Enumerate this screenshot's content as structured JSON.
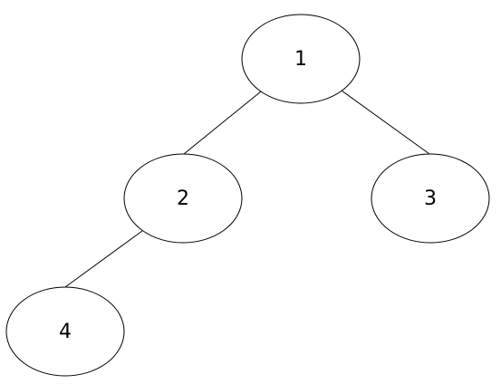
{
  "diagram": {
    "type": "binary-tree",
    "nodes": [
      {
        "id": "n1",
        "label": "1"
      },
      {
        "id": "n2",
        "label": "2"
      },
      {
        "id": "n3",
        "label": "3"
      },
      {
        "id": "n4",
        "label": "4"
      }
    ],
    "edges": [
      {
        "from": "n1",
        "to": "n2"
      },
      {
        "from": "n1",
        "to": "n3"
      },
      {
        "from": "n2",
        "to": "n4"
      }
    ],
    "colors": {
      "stroke": "#000000",
      "fill": "#ffffff",
      "text": "#000000"
    }
  }
}
